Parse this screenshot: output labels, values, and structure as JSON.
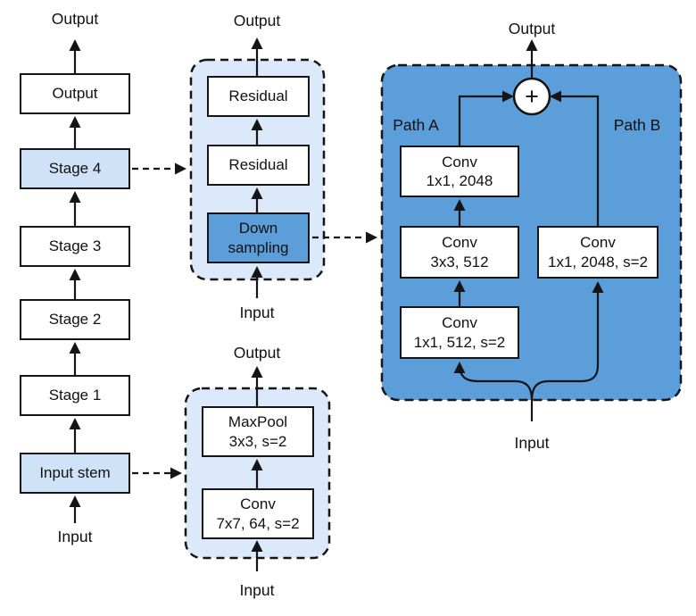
{
  "colors": {
    "accent_blue": "#5b9ed9",
    "light_blue": "#cfe2f7",
    "panel_blue": "#dbe9fb",
    "line_black": "#151515",
    "box_white": "#ffffff"
  },
  "backbone": {
    "output_text": "Output",
    "input_text": "Input",
    "output_box": "Output",
    "stage4": "Stage 4",
    "stage3": "Stage 3",
    "stage2": "Stage 2",
    "stage1": "Stage 1",
    "input_stem": "Input stem"
  },
  "stage_detail": {
    "output_text": "Output",
    "input_text": "Input",
    "residual_top": "Residual",
    "residual_mid": "Residual",
    "downsampling_line1": "Down",
    "downsampling_line2": "sampling"
  },
  "stem_detail": {
    "output_text": "Output",
    "input_text": "Input",
    "maxpool_line1": "MaxPool",
    "maxpool_line2": "3x3, s=2",
    "conv_line1": "Conv",
    "conv_line2": "7x7, 64, s=2"
  },
  "block_detail": {
    "output_text": "Output",
    "input_text": "Input",
    "plus": "+",
    "path_a": "Path A",
    "path_b": "Path B",
    "conv_a_top_line1": "Conv",
    "conv_a_top_line2": "1x1, 2048",
    "conv_a_mid_line1": "Conv",
    "conv_a_mid_line2": "3x3, 512",
    "conv_a_bot_line1": "Conv",
    "conv_a_bot_line2": "1x1, 512, s=2",
    "conv_b_line1": "Conv",
    "conv_b_line2": "1x1, 2048, s=2"
  }
}
